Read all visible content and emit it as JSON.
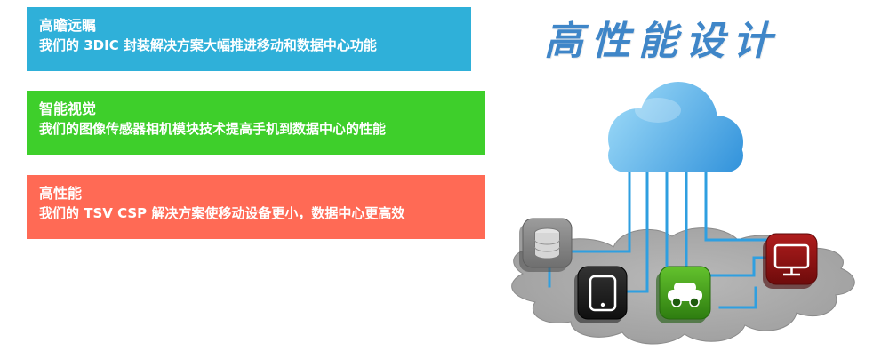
{
  "banners": [
    {
      "title": "高瞻远瞩",
      "subtitle": "我们的 3DIC 封装解决方案大幅推进移动和数据中心功能",
      "color": "#2fb0d9"
    },
    {
      "title": "智能视觉",
      "subtitle": "我们的图像传感器相机模块技术提高手机到数据中心的性能",
      "color": "#3ecf2b"
    },
    {
      "title": "高性能",
      "subtitle": "我们的 TSV CSP 解决方案使移动设备更小，数据中心更高效",
      "color": "#ff6a55"
    }
  ],
  "headline": {
    "text": "高性能设计",
    "color": "#3f86c8"
  },
  "illustration": {
    "cloud_color": "#2e90da",
    "circuit_color": "#2f9fe0",
    "ground_color": "#a2a2a2",
    "devices": [
      {
        "name": "database-icon",
        "tile_color": "#8b8b8b"
      },
      {
        "name": "tablet-icon",
        "tile_color": "#1c1c1c"
      },
      {
        "name": "car-icon",
        "tile_color": "#3f9c1c"
      },
      {
        "name": "monitor-icon",
        "tile_color": "#8f1111"
      }
    ]
  }
}
